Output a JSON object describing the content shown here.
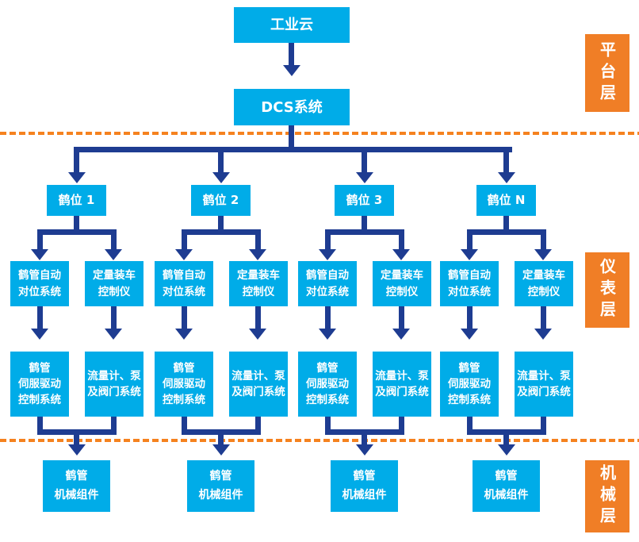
{
  "platform": {
    "cloud_label": "工业云",
    "dcs_label": "DCS系统"
  },
  "layer_labels": {
    "platform": "平台层",
    "instrument": "仪表层",
    "mechanical": "机械层"
  },
  "stations": [
    {
      "name": "鹤位 1",
      "alignment_system": [
        "鹤管自动",
        "对位系统"
      ],
      "loading_controller": [
        "定量装车",
        "控制仪"
      ],
      "servo_drive_system": [
        "鹤管",
        "伺服驱动",
        "控制系统"
      ],
      "flow_pump_valve_system": [
        "流量计、泵",
        "及阀门系统"
      ],
      "mechanical_assembly": [
        "鹤管",
        "机械组件"
      ]
    },
    {
      "name": "鹤位 2",
      "alignment_system": [
        "鹤管自动",
        "对位系统"
      ],
      "loading_controller": [
        "定量装车",
        "控制仪"
      ],
      "servo_drive_system": [
        "鹤管",
        "伺服驱动",
        "控制系统"
      ],
      "flow_pump_valve_system": [
        "流量计、泵",
        "及阀门系统"
      ],
      "mechanical_assembly": [
        "鹤管",
        "机械组件"
      ]
    },
    {
      "name": "鹤位 3",
      "alignment_system": [
        "鹤管自动",
        "对位系统"
      ],
      "loading_controller": [
        "定量装车",
        "控制仪"
      ],
      "servo_drive_system": [
        "鹤管",
        "伺服驱动",
        "控制系统"
      ],
      "flow_pump_valve_system": [
        "流量计、泵",
        "及阀门系统"
      ],
      "mechanical_assembly": [
        "鹤管",
        "机械组件"
      ]
    },
    {
      "name": "鹤位 N",
      "alignment_system": [
        "鹤管自动",
        "对位系统"
      ],
      "loading_controller": [
        "定量装车",
        "控制仪"
      ],
      "servo_drive_system": [
        "鹤管",
        "伺服驱动",
        "控制系统"
      ],
      "flow_pump_valve_system": [
        "流量计、泵",
        "及阀门系统"
      ],
      "mechanical_assembly": [
        "鹤管",
        "机械组件"
      ]
    }
  ],
  "colors": {
    "box_cyan": "#00ACE8",
    "arrow_navy": "#1E3C91",
    "layer_orange": "#F07E26",
    "divider_orange": "#F5821F",
    "text_white": "#FFFFFF"
  }
}
